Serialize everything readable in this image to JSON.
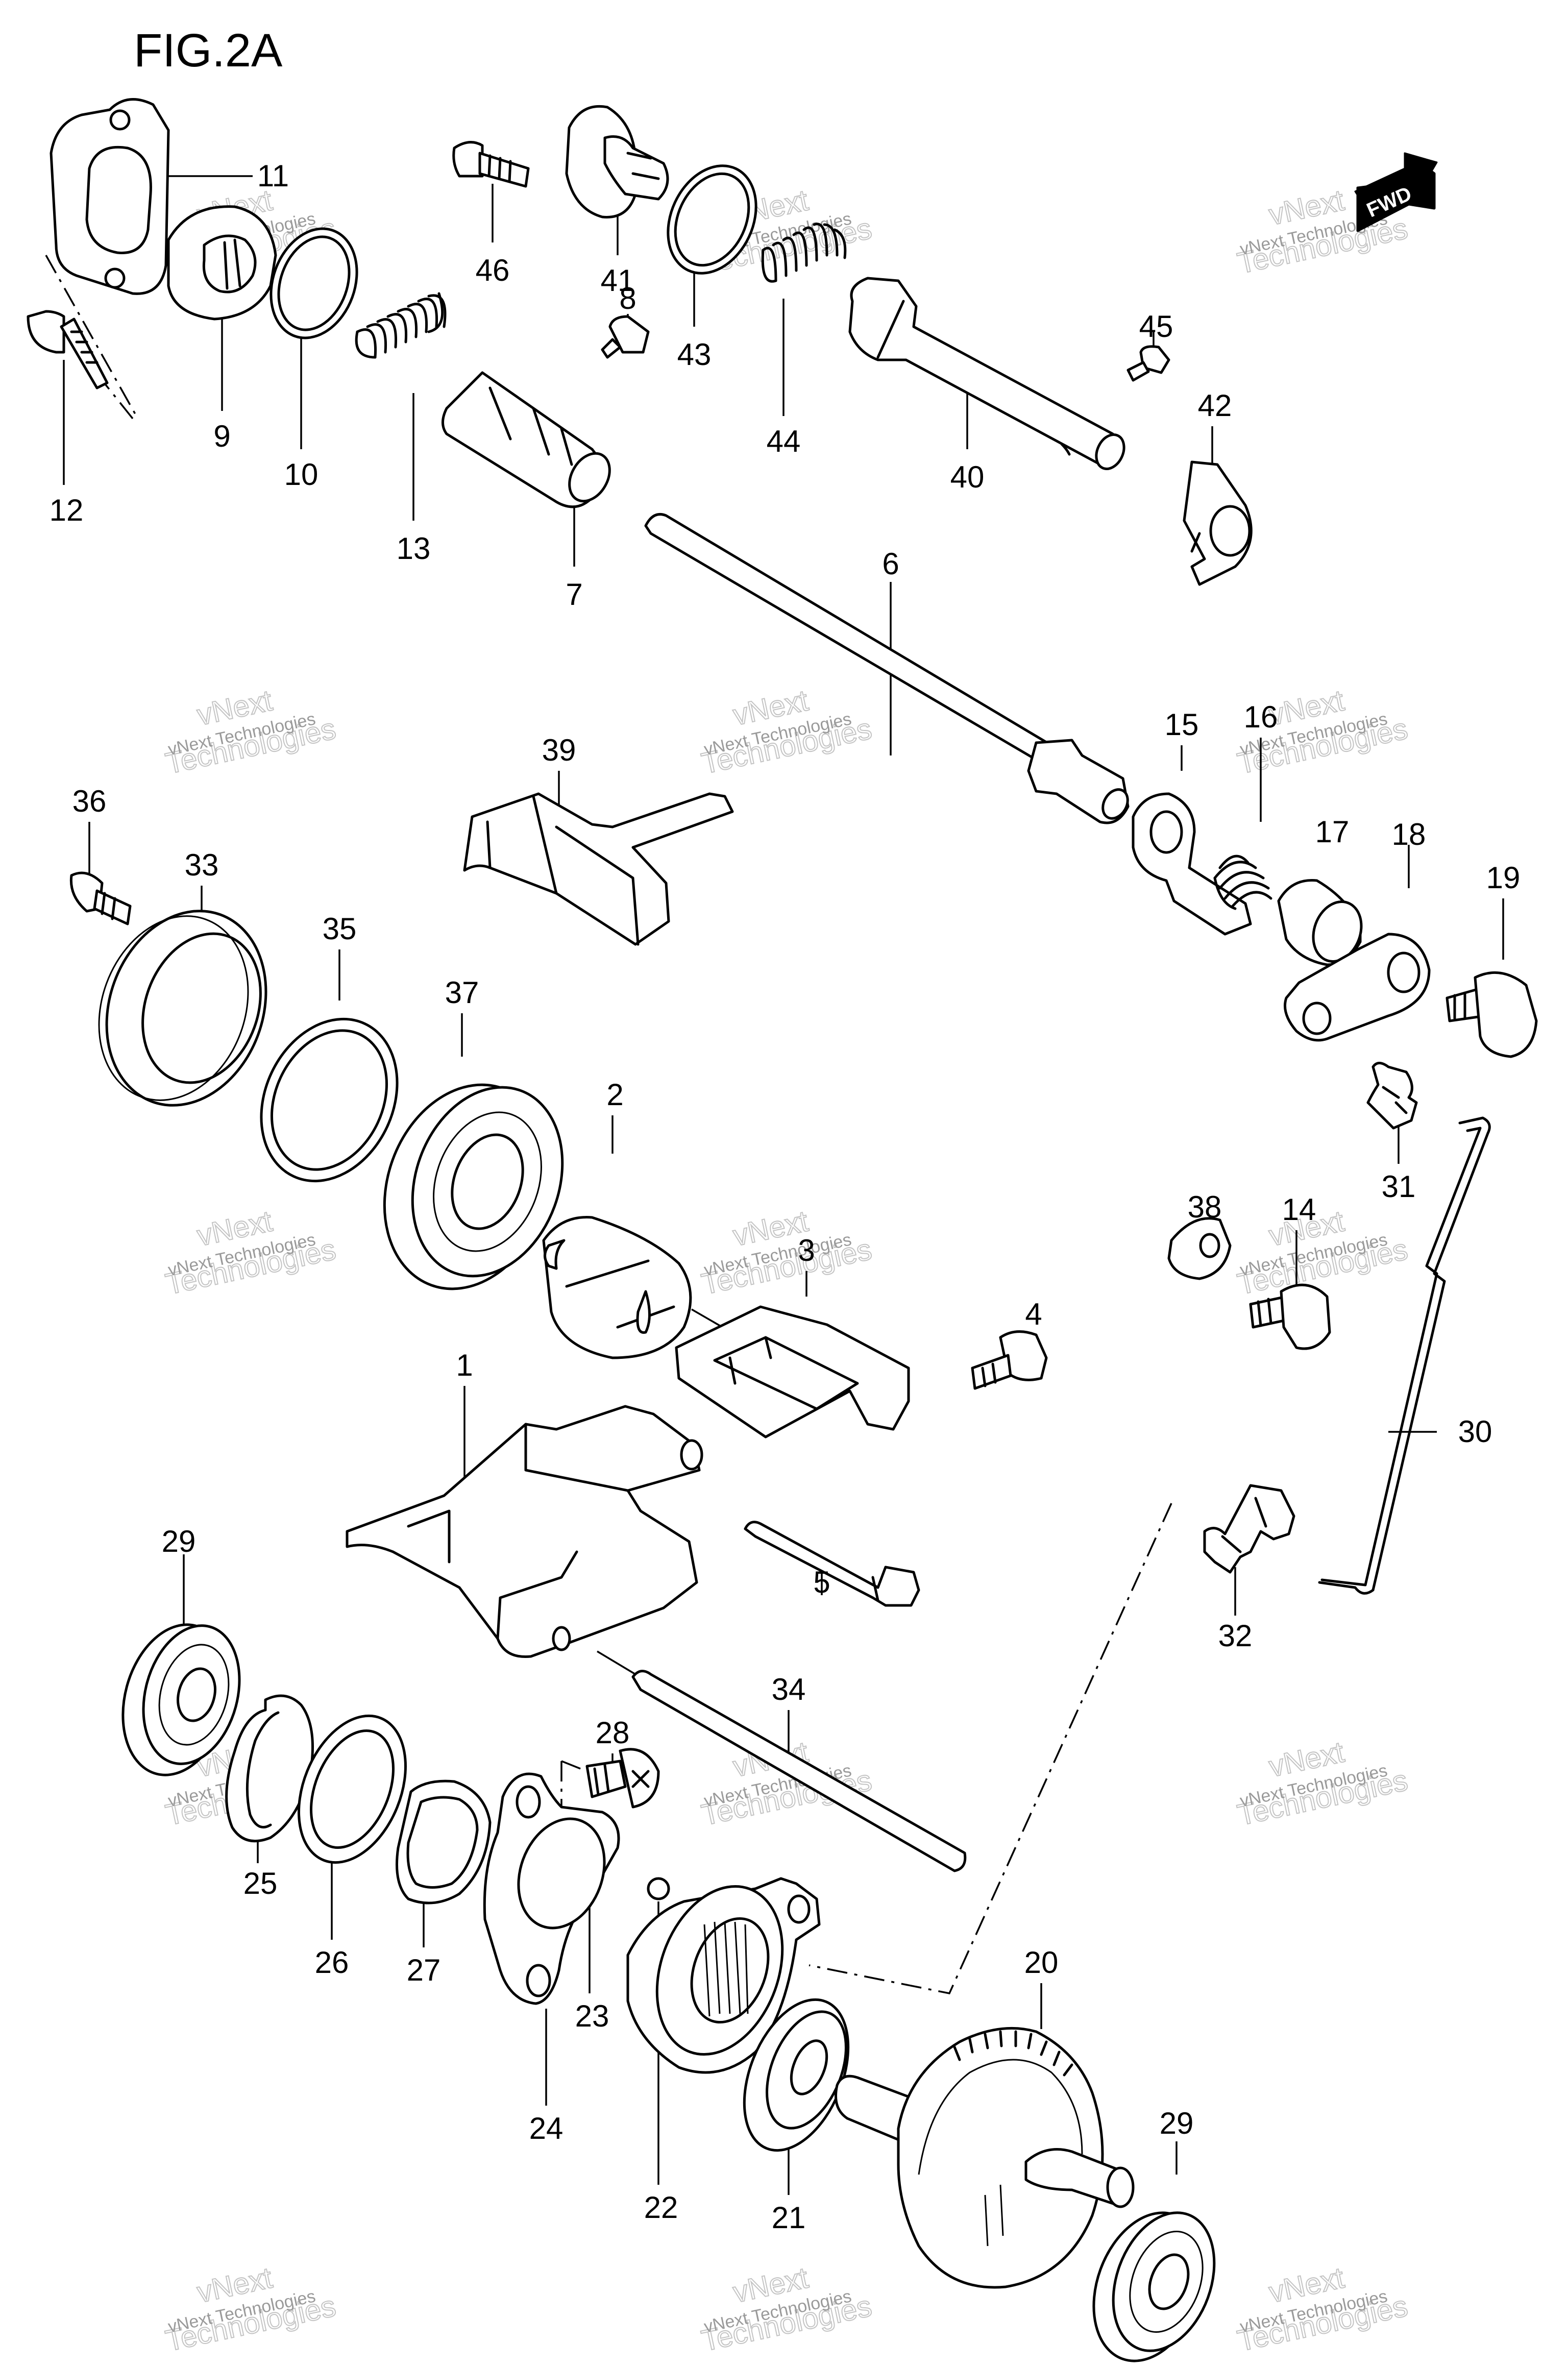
{
  "figure": {
    "title": "FIG.2A",
    "fwd_label": "FWD"
  },
  "watermark": {
    "line1": "vNext Technologies",
    "line2": "Technologies",
    "line3": "vNext"
  },
  "callouts": [
    {
      "id": "c11",
      "text": "11"
    },
    {
      "id": "c9",
      "text": "9"
    },
    {
      "id": "c10",
      "text": "10"
    },
    {
      "id": "c12",
      "text": "12"
    },
    {
      "id": "c13",
      "text": "13"
    },
    {
      "id": "c7",
      "text": "7"
    },
    {
      "id": "c46",
      "text": "46"
    },
    {
      "id": "c41",
      "text": "41"
    },
    {
      "id": "c8",
      "text": "8"
    },
    {
      "id": "c43",
      "text": "43"
    },
    {
      "id": "c44",
      "text": "44"
    },
    {
      "id": "c40",
      "text": "40"
    },
    {
      "id": "c45",
      "text": "45"
    },
    {
      "id": "c42",
      "text": "42"
    },
    {
      "id": "c6",
      "text": "6"
    },
    {
      "id": "c39",
      "text": "39"
    },
    {
      "id": "c36",
      "text": "36"
    },
    {
      "id": "c33",
      "text": "33"
    },
    {
      "id": "c35",
      "text": "35"
    },
    {
      "id": "c37",
      "text": "37"
    },
    {
      "id": "c2",
      "text": "2"
    },
    {
      "id": "c3",
      "text": "3"
    },
    {
      "id": "c4",
      "text": "4"
    },
    {
      "id": "c15",
      "text": "15"
    },
    {
      "id": "c16",
      "text": "16"
    },
    {
      "id": "c17",
      "text": "17"
    },
    {
      "id": "c18",
      "text": "18"
    },
    {
      "id": "c19",
      "text": "19"
    },
    {
      "id": "c31",
      "text": "31"
    },
    {
      "id": "c38",
      "text": "38"
    },
    {
      "id": "c14",
      "text": "14"
    },
    {
      "id": "c30",
      "text": "30"
    },
    {
      "id": "c1",
      "text": "1"
    },
    {
      "id": "c5",
      "text": "5"
    },
    {
      "id": "c32",
      "text": "32"
    },
    {
      "id": "c29a",
      "text": "29"
    },
    {
      "id": "c34",
      "text": "34"
    },
    {
      "id": "c28",
      "text": "28"
    },
    {
      "id": "c25",
      "text": "25"
    },
    {
      "id": "c26",
      "text": "26"
    },
    {
      "id": "c27",
      "text": "27"
    },
    {
      "id": "c23",
      "text": "23"
    },
    {
      "id": "c24",
      "text": "24"
    },
    {
      "id": "c22",
      "text": "22"
    },
    {
      "id": "c21",
      "text": "21"
    },
    {
      "id": "c20",
      "text": "20"
    },
    {
      "id": "c29b",
      "text": "29"
    }
  ]
}
